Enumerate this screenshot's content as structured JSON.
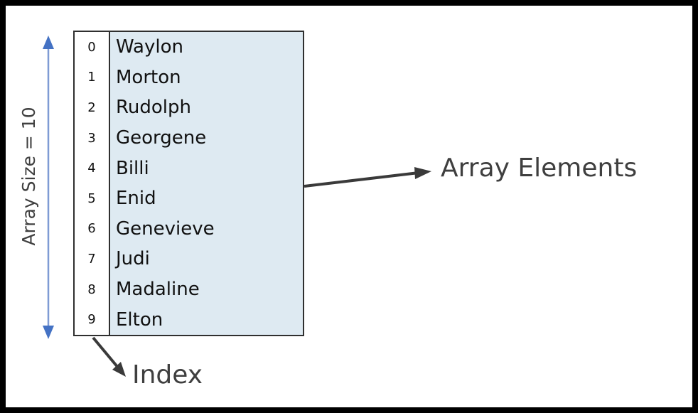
{
  "diagram": {
    "size_label": "Array Size = 10",
    "elements_label": "Array Elements",
    "index_label": "Index",
    "rows": [
      {
        "index": "0",
        "name": "Waylon"
      },
      {
        "index": "1",
        "name": "Morton"
      },
      {
        "index": "2",
        "name": "Rudolph"
      },
      {
        "index": "3",
        "name": "Georgene"
      },
      {
        "index": "4",
        "name": "Billi"
      },
      {
        "index": "5",
        "name": "Enid"
      },
      {
        "index": "6",
        "name": "Genevieve"
      },
      {
        "index": "7",
        "name": "Judi"
      },
      {
        "index": "8",
        "name": "Madaline"
      },
      {
        "index": "9",
        "name": "Elton"
      }
    ],
    "colors": {
      "frame": "#000000",
      "background": "#ffffff",
      "cell_fill": "#deeaf2",
      "index_fill": "#ffffff",
      "table_border": "#2f2f2f",
      "blue_arrow_head": "#4472c4",
      "blue_arrow_shaft": "#7f9bd4",
      "dark_arrow": "#3a3a3a",
      "label_text": "#3f3f3f",
      "cell_text": "#111111"
    }
  }
}
